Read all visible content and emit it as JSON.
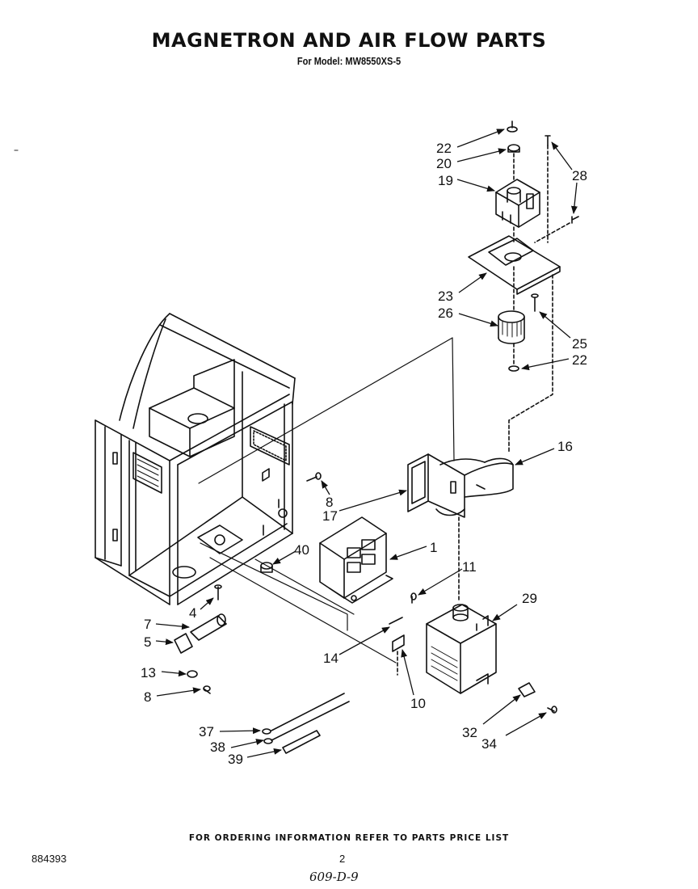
{
  "header": {
    "title": "MAGNETRON AND AIR FLOW PARTS",
    "subtitle": "For Model: MW8550XS-5"
  },
  "footer": {
    "note": "FOR ORDERING INFORMATION REFER TO PARTS PRICE LIST",
    "doc_number": "884393",
    "page_number": "2",
    "handwritten": "609-D-9"
  },
  "callouts": [
    {
      "id": "c22a",
      "label": "22"
    },
    {
      "id": "c20",
      "label": "20"
    },
    {
      "id": "c19",
      "label": "19"
    },
    {
      "id": "c28",
      "label": "28"
    },
    {
      "id": "c23",
      "label": "23"
    },
    {
      "id": "c26",
      "label": "26"
    },
    {
      "id": "c25",
      "label": "25"
    },
    {
      "id": "c22b",
      "label": "22"
    },
    {
      "id": "c16",
      "label": "16"
    },
    {
      "id": "c8a",
      "label": "8"
    },
    {
      "id": "c17",
      "label": "17"
    },
    {
      "id": "c1",
      "label": "1"
    },
    {
      "id": "c40",
      "label": "40"
    },
    {
      "id": "c11",
      "label": "11"
    },
    {
      "id": "c29",
      "label": "29"
    },
    {
      "id": "c4",
      "label": "4"
    },
    {
      "id": "c7",
      "label": "7"
    },
    {
      "id": "c5",
      "label": "5"
    },
    {
      "id": "c14",
      "label": "14"
    },
    {
      "id": "c13",
      "label": "13"
    },
    {
      "id": "c8b",
      "label": "8"
    },
    {
      "id": "c10",
      "label": "10"
    },
    {
      "id": "c37",
      "label": "37"
    },
    {
      "id": "c38",
      "label": "38"
    },
    {
      "id": "c39",
      "label": "39"
    },
    {
      "id": "c32",
      "label": "32"
    },
    {
      "id": "c34",
      "label": "34"
    }
  ]
}
